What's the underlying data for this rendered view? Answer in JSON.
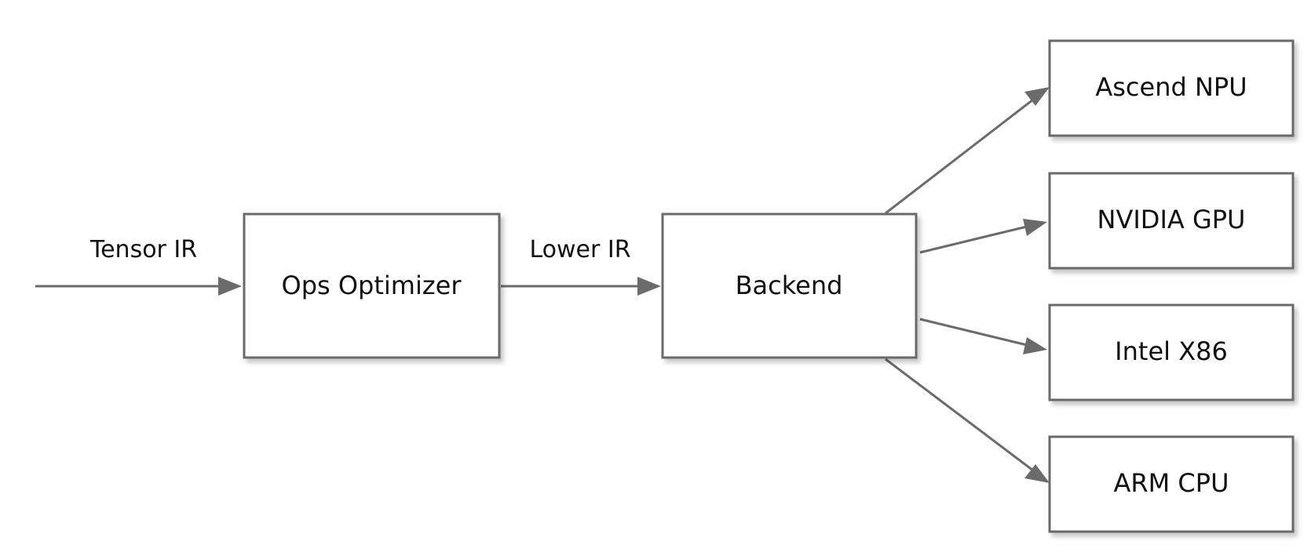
{
  "nodes": {
    "ops_optimizer": "Ops Optimizer",
    "backend": "Backend",
    "ascend_npu": "Ascend NPU",
    "nvidia_gpu": "NVIDIA GPU",
    "intel_x86": "Intel X86",
    "arm_cpu": "ARM CPU"
  },
  "edges": {
    "tensor_ir": "Tensor IR",
    "lower_ir": "Lower IR"
  },
  "colors": {
    "stroke": "#6b6b6b",
    "text": "#111111",
    "background": "#ffffff"
  }
}
